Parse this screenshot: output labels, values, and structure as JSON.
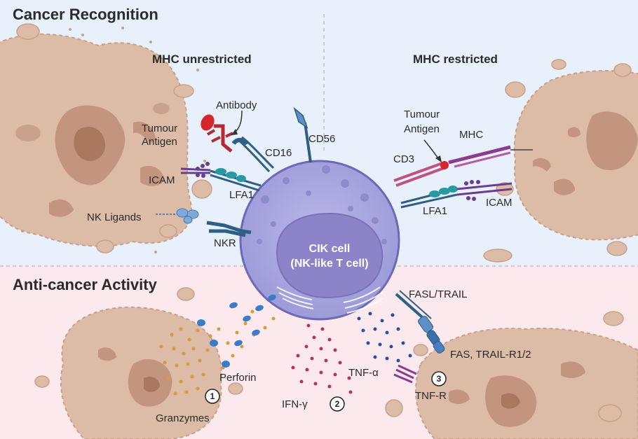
{
  "sections": {
    "top_title": "Cancer Recognition",
    "bottom_title": "Anti-cancer Activity"
  },
  "subtitles": {
    "left": "MHC unrestricted",
    "right": "MHC restricted"
  },
  "cik_cell": {
    "line1": "CIK cell",
    "line2": "(NK-like T cell)"
  },
  "labels": {
    "antibody": "Antibody",
    "tumour_antigen_left_1": "Tumour",
    "tumour_antigen_left_2": "Antigen",
    "cd16": "CD16",
    "cd56": "CD56",
    "icam_left": "ICAM",
    "lfa1_left": "LFA1",
    "nk_ligands": "NK Ligands",
    "nkr": "NKR",
    "tumour_antigen_right_1": "Tumour",
    "tumour_antigen_right_2": "Antigen",
    "mhc": "MHC",
    "cd3": "CD3",
    "lfa1_right": "LFA1",
    "icam_right": "ICAM",
    "fasl_trail": "FASL/TRAIL",
    "fas_trail_r": "FAS, TRAIL-R1/2",
    "perforin": "Perforin",
    "granzymes": "Granzymes",
    "ifn_gamma": "IFN-γ",
    "tnf_alpha": "TNF-α",
    "tnf_r": "TNF-R"
  },
  "steps": [
    "1",
    "2",
    "3"
  ],
  "colors": {
    "top_bg": "#e8f1fb",
    "bottom_bg": "#fbe9ee",
    "tumor_fill": "#dcbba7",
    "tumor_dark": "#c4957e",
    "cik_fill": "#a7a6de",
    "cik_stroke": "#6c6ab8",
    "nucleus": "#8c83c8",
    "receptor_blue": "#2e5f86",
    "receptor_teal": "#2a9aa2",
    "icam_purple": "#6a3d93",
    "mhc_purple": "#8d3b8f",
    "cd3_pink": "#c2527b",
    "antigen_red": "#d5262c",
    "perforin_blue": "#3a7cc9",
    "granzyme_orange": "#d99a37",
    "ifn_dots": "#b3335f",
    "tnf_dots": "#2f4d9e"
  }
}
